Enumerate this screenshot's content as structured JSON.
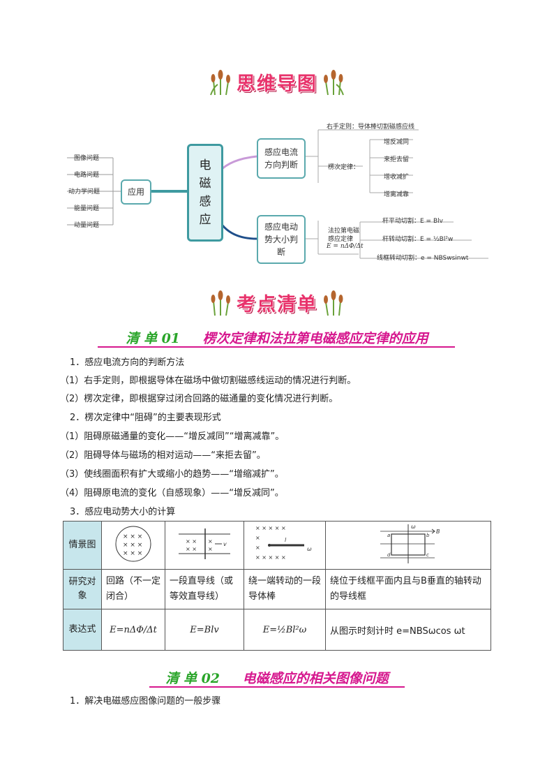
{
  "sections": {
    "mindmap_title": "思维导图",
    "checklist_title": "考点清单"
  },
  "mindmap": {
    "core": [
      "电",
      "磁",
      "感",
      "应"
    ],
    "apply_node": "应用",
    "apply_items": [
      "图像问题",
      "电路问题",
      "动力学问题",
      "能量问题",
      "动量问题"
    ],
    "direction_node": "感应电流方向判断",
    "right_hand": "右手定则：导体棒切割磁感应线",
    "lenz_label": "楞次定律：",
    "lenz_items": [
      "增反减同",
      "来拒去留",
      "增收减扩",
      "增离减靠"
    ],
    "emf_node": "感应电动势大小判断",
    "faraday_label_1": "法拉第电磁",
    "faraday_label_2": "感应定律",
    "faraday_formula": "E = nΔΦ/Δt",
    "emf_items": [
      "杆平动切割：E = Blv",
      "杆转动切割：E = ½Bl²w",
      "线框转动切割：e = NBSwsinwt"
    ]
  },
  "list1": {
    "num": "清 单 01",
    "title": "楞次定律和法拉第电磁感应定律的应用",
    "lines": [
      "1．感应电流方向的判断方法",
      "（1）右手定则，即根据导体在磁场中做切割磁感线运动的情况进行判断。",
      "（2）楞次定律，即根据穿过闭合回路的磁通量的变化情况进行判断。",
      "2．楞次定律中“阻碍”的主要表现形式",
      "（1）阻碍原磁通量的变化——“增反减同”“增离减靠”。",
      "（2）阻碍导体与磁场的相对运动——“来拒去留”。",
      "（3）使线圈面积有扩大或缩小的趋势——“增缩减扩”。",
      "（4）阻碍原电流的变化（自感现象）——“增反减同”。",
      "3．感应电动势大小的计算"
    ]
  },
  "table": {
    "row_heads": [
      "情景图",
      "研究对象",
      "表达式"
    ],
    "objects": [
      "回路（不一定闭合）",
      "一段直导线（或等效直导线）",
      "绕一端转动的一段导体棒",
      "绕位于线框平面内且与B垂直的轴转动的导线框"
    ],
    "formulas": [
      "E=nΔΦ/Δt",
      "E=Blv",
      "E=½Bl²ω",
      "从图示时刻计时 e=NBSωcos ωt"
    ]
  },
  "list2": {
    "num": "清 单 02",
    "title": "电磁感应的相关图像问题",
    "lines": [
      "1．解决电磁感应图像问题的一般步骤"
    ]
  },
  "colors": {
    "accent": "#e8326b",
    "teal": "#3e9aa0",
    "green": "#2aa52a",
    "magenta": "#d6178e"
  }
}
